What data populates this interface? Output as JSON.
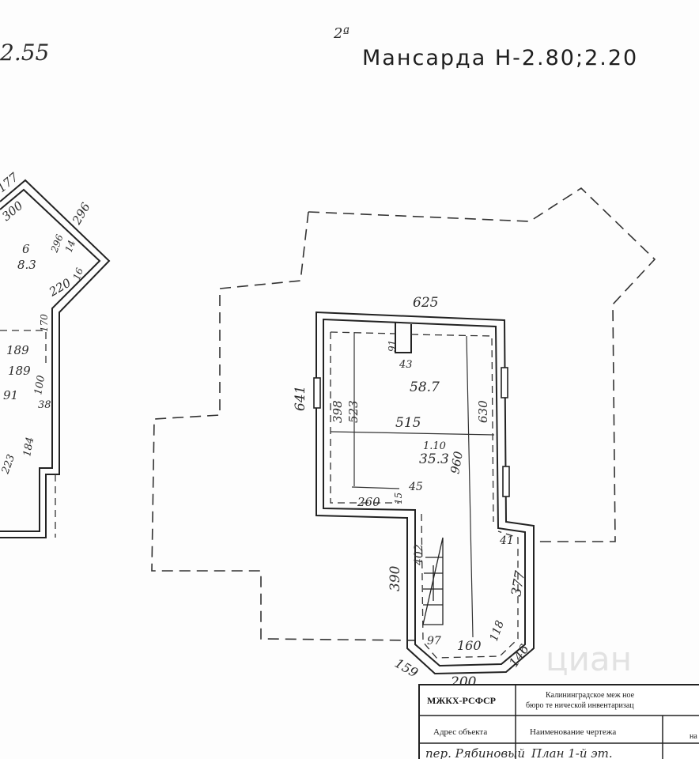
{
  "header": {
    "left_partial": "2.55",
    "floor_mark": "2ª",
    "title": "Мансарда Н-2.80;2.20"
  },
  "right_plan": {
    "top_width": "625",
    "left_height": "641",
    "room_area": "58.7",
    "width_mid": "515",
    "inner_left_a": "398",
    "inner_left_b": "523",
    "inner_right": "630",
    "room_number": "1.10",
    "room_sub_area": "35.3",
    "vertical_long": "960",
    "notch_w": "43",
    "notch_h": "91",
    "step_a": "260",
    "step_b": "45",
    "step_c": "15",
    "stair_h": "402",
    "stair_left": "390",
    "stair_right": "377",
    "corner_top": "41",
    "bottom_a": "97",
    "bottom_b": "160",
    "bottom_c": "118",
    "chamfer_left": "159",
    "chamfer_right": "146",
    "bottom_w": "200"
  },
  "left_plan": {
    "d1": "177",
    "d2": "300",
    "d3": "296",
    "d4": "6",
    "d5": "8.3",
    "d6": "296",
    "d7": "14",
    "d8": "16",
    "d9": "220",
    "d10": "170",
    "d11": "189",
    "d12": "189",
    "d13": "91",
    "d14": "100",
    "d15": "38",
    "d16": "184",
    "d17": "223"
  },
  "stamp": {
    "org": "МЖКХ-РСФСР",
    "bureau_line1": "Калининградское меж     ное",
    "bureau_line2": "бюро те   нической инвентаризац",
    "address_label": "Адрес объекта",
    "drawing_name_label": "Наименование чертежа",
    "col3": "на",
    "address_value": "пер. Рябиновый",
    "drawing_value": "План 1-й эт."
  },
  "watermark": "циан"
}
